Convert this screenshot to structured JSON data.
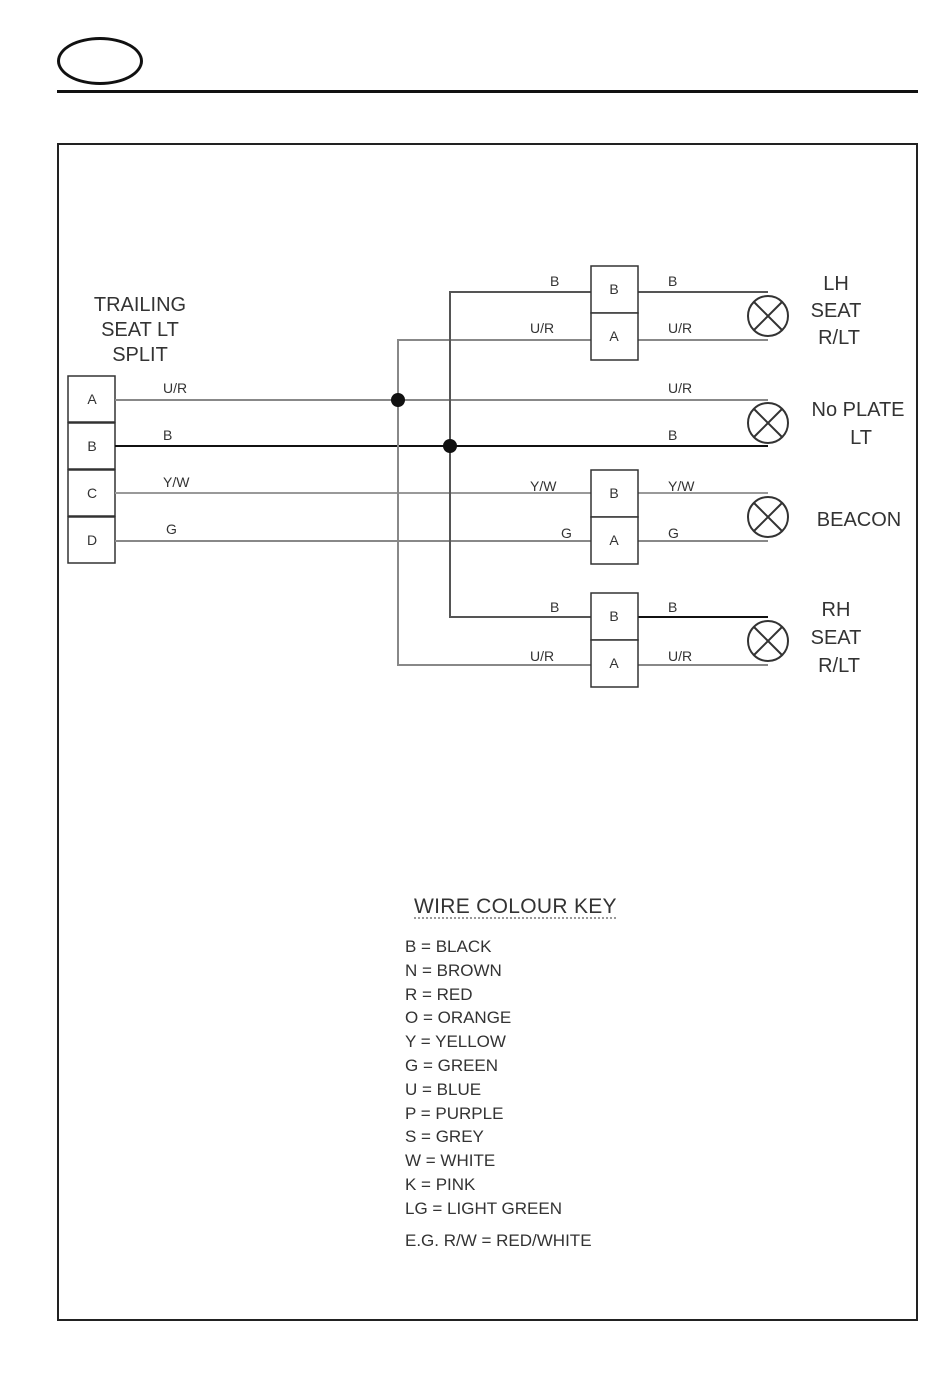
{
  "source": {
    "title": [
      "TRAILING",
      "SEAT LT",
      "SPLIT"
    ],
    "pins": [
      {
        "label": "A",
        "wire": "U/R"
      },
      {
        "label": "B",
        "wire": "B"
      },
      {
        "label": "C",
        "wire": "Y/W"
      },
      {
        "label": "D",
        "wire": "G"
      }
    ]
  },
  "connectors": {
    "lh": {
      "top": "B",
      "bottom": "A",
      "top_in": "B",
      "bottom_in": "U/R",
      "top_out": "B",
      "bottom_out": "U/R"
    },
    "beacon": {
      "top": "B",
      "bottom": "A",
      "top_in": "Y/W",
      "bottom_in": "G",
      "top_out": "Y/W",
      "bottom_out": "G"
    },
    "rh": {
      "top": "B",
      "bottom": "A",
      "top_in": "B",
      "bottom_in": "U/R",
      "top_out": "B",
      "bottom_out": "U/R"
    }
  },
  "plate_wires": {
    "top": "U/R",
    "bottom": "B"
  },
  "lamps": {
    "lh": [
      "LH",
      "SEAT",
      "R/LT"
    ],
    "plate": [
      "No PLATE",
      "LT"
    ],
    "beacon": [
      "BEACON"
    ],
    "rh": [
      "RH",
      "SEAT",
      "R/LT"
    ]
  },
  "key": {
    "title": "WIRE COLOUR KEY",
    "entries": [
      "B = BLACK",
      "N = BROWN",
      "R = RED",
      "O = ORANGE",
      "Y = YELLOW",
      "G = GREEN",
      "U = BLUE",
      "P = PURPLE",
      "S = GREY",
      "W = WHITE",
      "K = PINK",
      "LG = LIGHT GREEN"
    ],
    "example": "E.G. R/W = RED/WHITE"
  }
}
